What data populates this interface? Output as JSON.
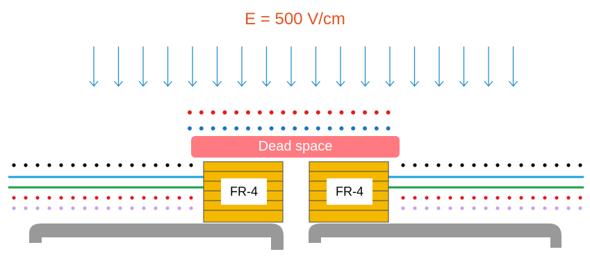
{
  "field": {
    "label": "E = 500 V/cm",
    "arrow_count": 18,
    "color": "#1f8fce"
  },
  "dead_space": {
    "label": "Dead space",
    "color": "#ff7a80"
  },
  "fr4_blocks": [
    {
      "label": "FR-4"
    },
    {
      "label": "FR-4"
    }
  ],
  "colors": {
    "label_orange": "#e2531d",
    "red_dots": "#e01e1e",
    "blue_dots": "#1c74c4",
    "black_dots": "#000000",
    "cyan_line": "#1aa3e0",
    "green_line": "#14a44a",
    "lilac_dots": "#c9a0f0",
    "fr4_fill": "#f5b800",
    "frame_gray": "#999999"
  }
}
